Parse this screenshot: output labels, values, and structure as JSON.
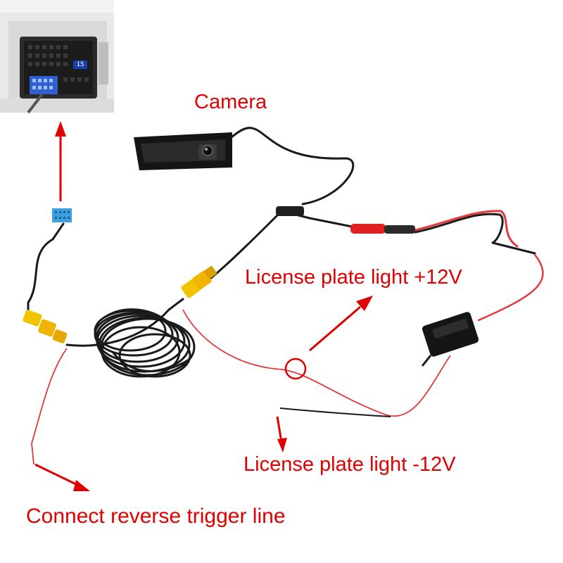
{
  "labels": {
    "camera": "Camera",
    "license_plus": "License plate light +12V",
    "license_minus": "License plate light -12V",
    "reverse_trigger": "Connect reverse trigger line"
  },
  "head_unit_connector": {
    "screen_text": "15"
  },
  "colors": {
    "annotation": "#e00000",
    "wire_black": "#1a1a1a",
    "wire_red": "#e03a3a",
    "rca_yellow": "#f2c400",
    "connector_blue": "#3aa0e0"
  }
}
